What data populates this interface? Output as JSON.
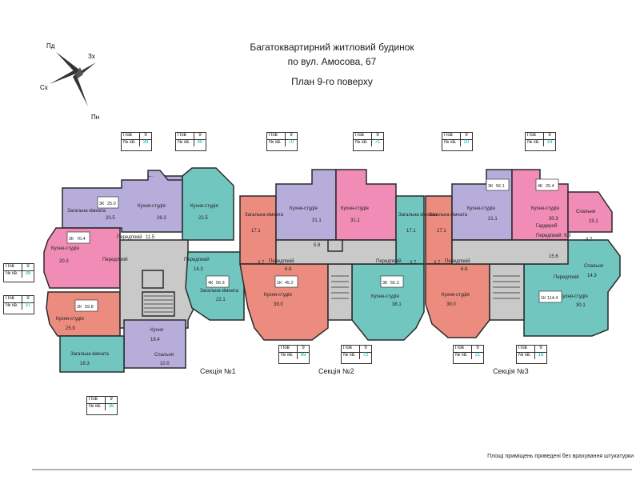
{
  "header": {
    "title_line1": "Багатоквартирний житловий будинок",
    "title_line2": "по вул. Амосова, 67",
    "title_line3": "План 9-го поверху"
  },
  "compass": {
    "nw": "Пд",
    "ne": "Зх",
    "sw": "Сх",
    "s": "Пн"
  },
  "tag_labels": {
    "floor": "Пов",
    "apt": "№ кв."
  },
  "tags": [
    {
      "floor": "9",
      "apt": "39"
    },
    {
      "floor": "9",
      "apt": "40"
    },
    {
      "floor": "9",
      "apt": "70"
    },
    {
      "floor": "9",
      "apt": "71"
    },
    {
      "floor": "9",
      "apt": "20"
    },
    {
      "floor": "9",
      "apt": "19"
    },
    {
      "floor": "9",
      "apt": "38"
    },
    {
      "floor": "9",
      "apt": "37"
    },
    {
      "floor": "9",
      "apt": "36"
    },
    {
      "floor": "9",
      "apt": "69"
    },
    {
      "floor": "9",
      "apt": "72"
    },
    {
      "floor": "9",
      "apt": "21"
    },
    {
      "floor": "9",
      "apt": "18"
    }
  ],
  "sections": {
    "s1": "Секція №1",
    "s2": "Секція №2",
    "s3": "Секція №3"
  },
  "rooms": {
    "living": "Загальна кімната",
    "kitchen_studio": "Кухня-студія",
    "hall": "Передпокій",
    "bedroom": "Спальня",
    "kitchen": "Кухня",
    "dressing": "Гардероб"
  },
  "areas": {
    "a_20_5": "20.5",
    "a_26_3": "26.3",
    "a_22_5": "22.5",
    "a_11_5": "11.5",
    "a_20_3": "20.3",
    "a_14_3": "14.3",
    "a_25_9": "25.9",
    "a_22_1": "22.1",
    "a_18_4": "18.4",
    "a_18_3": "18.3",
    "a_10_0": "10.0",
    "a_17_1": "17.1",
    "a_31_1": "31.1",
    "a_39_0": "39.0",
    "a_38_1": "38.1",
    "a_21_1": "21.1",
    "a_30_3": "30.3",
    "a_15_1": "15.1",
    "a_15_6": "15.6",
    "a_30_1": "30.1",
    "a_9_3": "9.3",
    "a_5_8": "5.8",
    "a_6_8": "6.8",
    "a_3_7": "3.7",
    "a_4_7": "4.7"
  },
  "badges": {
    "b1": "3К",
    "b1v": "25.0",
    "b2": "4К",
    "b2v": "56.3",
    "b3": "2К",
    "b3v": "70.4",
    "b4": "2К",
    "b4v": "59.8",
    "b5": "1К",
    "b5v": "45.2",
    "b6": "3К",
    "b6v": "55.3",
    "b7": "3К",
    "b7v": "56.1",
    "b8": "4К",
    "b8v": "25.4",
    "b9": "1К",
    "b9v": "114.4"
  },
  "footnote": "Площі приміщень приведені без врахування штукатурки",
  "colors": {
    "purple": "#b7addb",
    "teal": "#72c6c0",
    "pink": "#f08cb5",
    "salmon": "#eb8c7f",
    "grey": "#c9c9c9",
    "wall": "#2a2a2a"
  }
}
